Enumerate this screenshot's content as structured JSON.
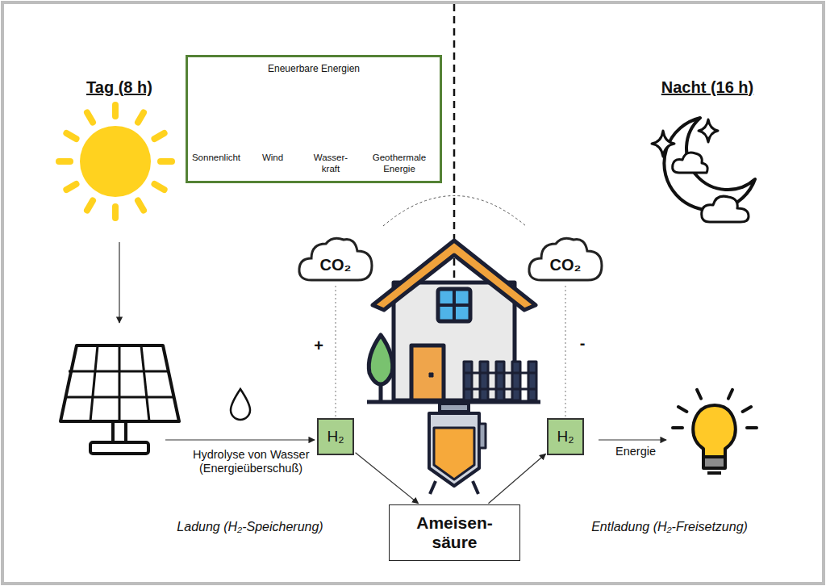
{
  "diagram": {
    "nodes": [
      {
        "text": [
          "Eneuerbare Energien"
        ]
      },
      {
        "text": [
          "CO₂"
        ]
      },
      {
        "text": [
          "CO₂"
        ]
      },
      {
        "text": [
          "H₂"
        ]
      },
      {
        "text": [
          "H₂"
        ]
      },
      {
        "text": [
          "Ameisen- säure"
        ]
      }
    ],
    "edges": [
      {
        "from": 1,
        "to": 3,
        "arrow": "none"
      },
      {
        "from": 2,
        "to": 4,
        "arrow": "none"
      },
      {
        "from": 3,
        "to": 5,
        "arrow": "to"
      },
      {
        "from": 5,
        "to": 4,
        "arrow": "to"
      }
    ],
    "labels": [
      "Tag (8 h)",
      "Nacht (16 h)",
      "Sonnenlicht",
      "Wind",
      "Wasser- kraft",
      "Geothermale Energie",
      "+",
      "-",
      "Hydrolyse von Wasser (Energieüberschuß)",
      "Energie",
      "Ladung (H₂-Speicherung)",
      "Entladung (H₂-Freisetzung)"
    ]
  }
}
